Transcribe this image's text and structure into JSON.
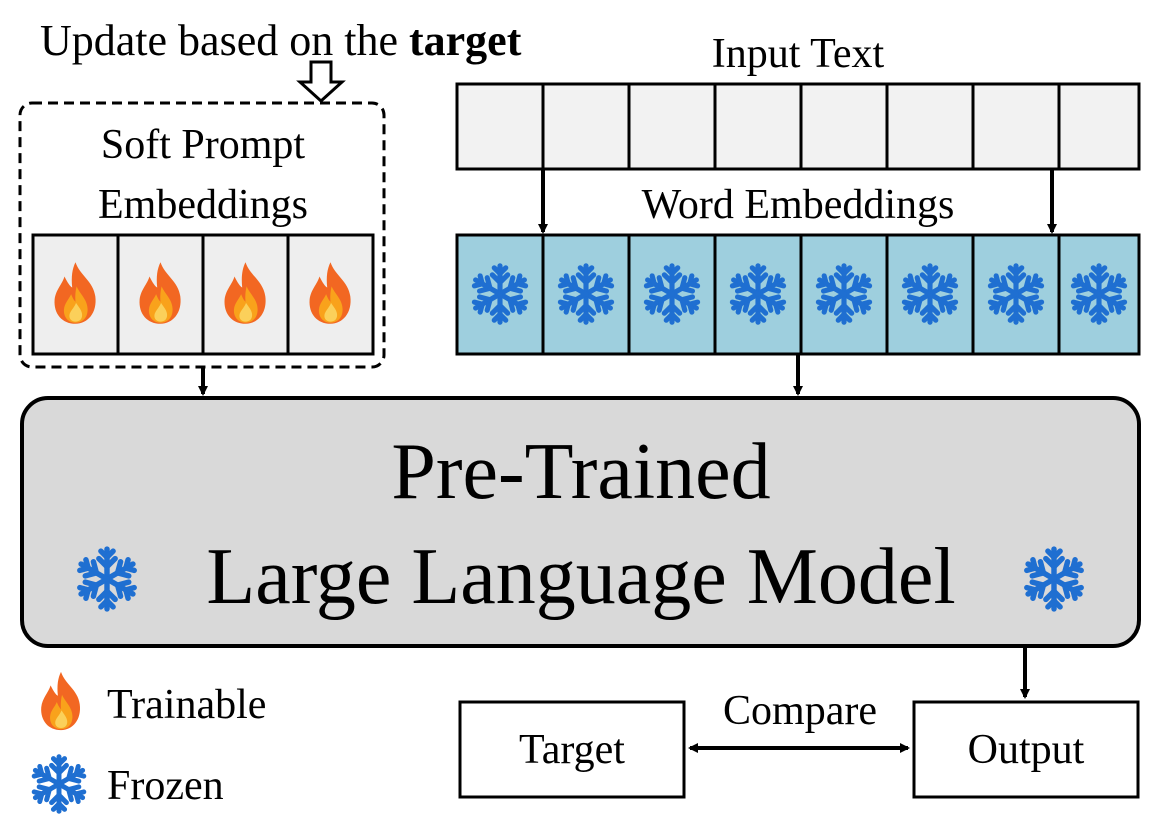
{
  "header": {
    "update_prefix": "Update based on the ",
    "update_emphasis": "target"
  },
  "soft_prompt": {
    "title_line1": "Soft Prompt",
    "title_line2": "Embeddings",
    "cell_icon": "fire-icon",
    "cell_count": 4
  },
  "input": {
    "label": "Input Text",
    "cell_count": 8
  },
  "word_embeddings": {
    "label": "Word Embeddings",
    "cell_icon": "snowflake-icon",
    "cell_count": 8
  },
  "model": {
    "line1": "Pre-Trained",
    "line2": "Large Language Model",
    "icon": "snowflake-icon"
  },
  "legend": {
    "trainable_label": "Trainable",
    "trainable_icon": "fire-icon",
    "frozen_label": "Frozen",
    "frozen_icon": "snowflake-icon"
  },
  "compare": {
    "label": "Compare",
    "target_label": "Target",
    "output_label": "Output"
  },
  "colors": {
    "frozen_cell": "#9ecfde",
    "input_cell": "#f2f2f2",
    "model_fill": "#d9d9d9",
    "snowflake": "#1f6fd1",
    "flame_outer": "#f26722",
    "flame_inner": "#fbd05a"
  }
}
